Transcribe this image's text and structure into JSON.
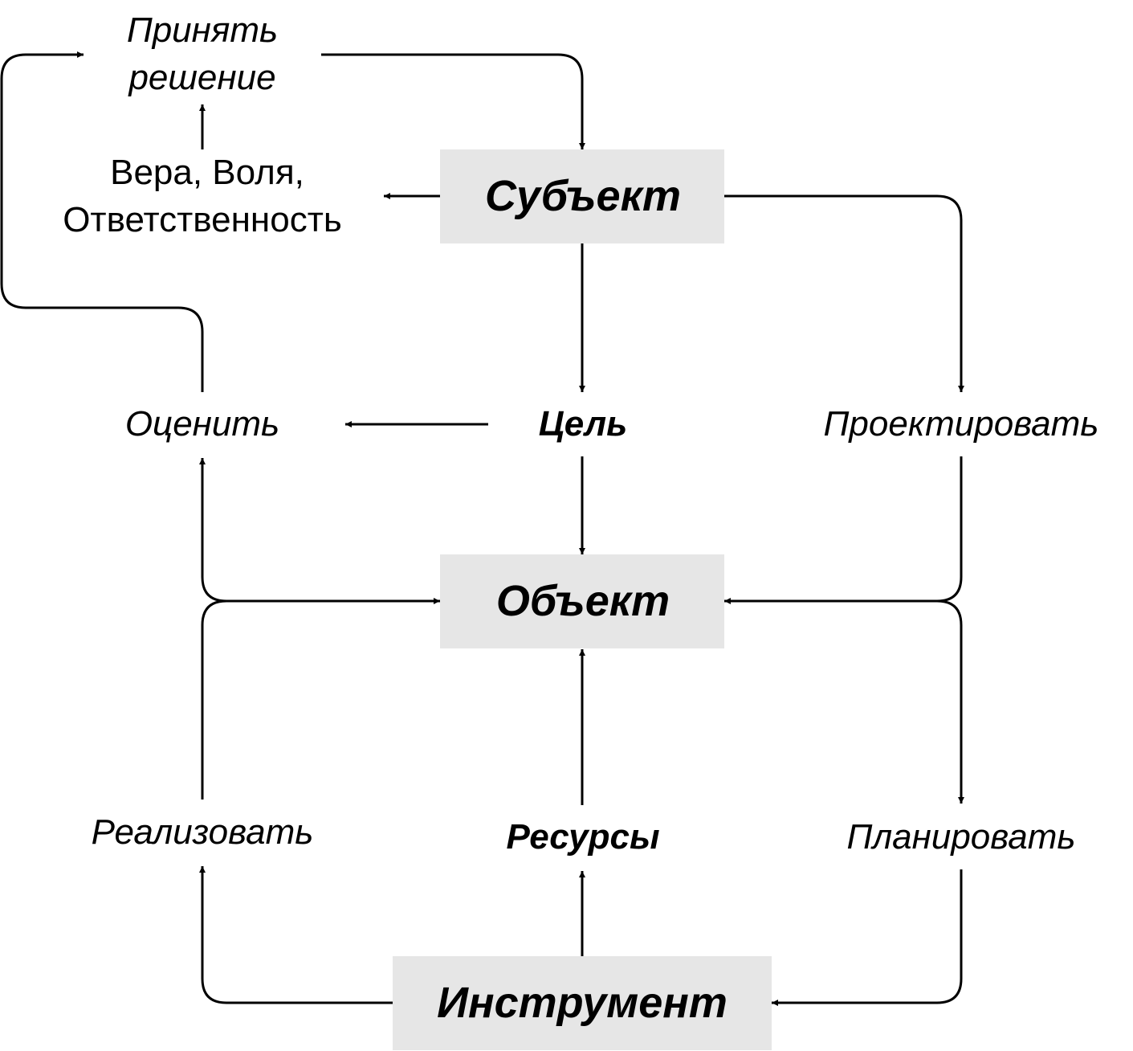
{
  "nodes": {
    "subject": "Субъект",
    "object": "Объект",
    "instrument": "Инструмент",
    "goal": "Цель",
    "resources": "Ресурсы",
    "decide_line1": "Принять",
    "decide_line2": "решение",
    "qualities_line1": "Вера, Воля,",
    "qualities_line2": "Ответственность",
    "evaluate": "Оценить",
    "design": "Проектировать",
    "implement": "Реализовать",
    "plan": "Планировать"
  },
  "colors": {
    "box_fill": "#e6e6e6",
    "stroke": "#000000",
    "text": "#000000"
  }
}
